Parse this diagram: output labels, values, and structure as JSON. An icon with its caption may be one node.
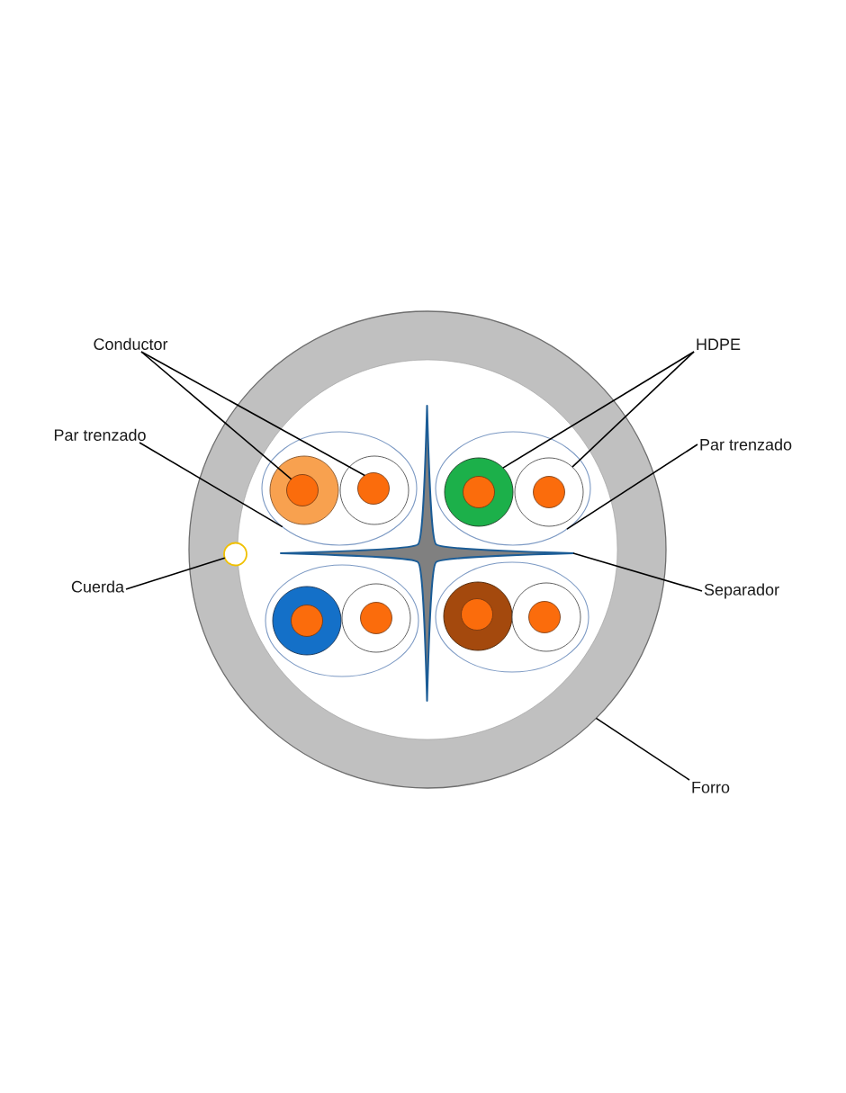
{
  "diagram": {
    "nodes": [
      {
        "text": [
          "Conductor"
        ]
      },
      {
        "text": [
          "Par trenzado"
        ]
      },
      {
        "text": [
          "Cuerda"
        ]
      },
      {
        "text": [
          "HDPE"
        ]
      },
      {
        "text": [
          "Par trenzado"
        ]
      },
      {
        "text": [
          "Separador"
        ]
      },
      {
        "text": [
          "Forro"
        ]
      },
      {
        "text": [],
        "shape": "circle"
      },
      {
        "text": [],
        "shape": "ellipse",
        "in": 7
      },
      {
        "text": [],
        "shape": "circle",
        "in": 8
      },
      {
        "text": [],
        "shape": "circle",
        "in": 8
      },
      {
        "text": [],
        "shape": "ellipse",
        "in": 7
      },
      {
        "text": [],
        "shape": "circle",
        "in": 11
      },
      {
        "text": [],
        "shape": "circle",
        "in": 11
      },
      {
        "text": [],
        "shape": "cross",
        "in": 7
      },
      {
        "text": [],
        "shape": "circle",
        "in": 7
      }
    ],
    "edges": [
      {
        "from": 0,
        "to": 10,
        "arrow": "none"
      },
      {
        "from": 0,
        "to": 9,
        "arrow": "none"
      },
      {
        "from": 1,
        "to": 8,
        "arrow": "none"
      },
      {
        "from": 2,
        "to": 15,
        "arrow": "none"
      },
      {
        "from": 3,
        "to": 12,
        "arrow": "none"
      },
      {
        "from": 3,
        "to": 13,
        "arrow": "none"
      },
      {
        "from": 4,
        "to": 11,
        "arrow": "none"
      },
      {
        "from": 5,
        "to": 14,
        "arrow": "none"
      },
      {
        "from": 6,
        "to": 7,
        "arrow": "none"
      }
    ]
  }
}
